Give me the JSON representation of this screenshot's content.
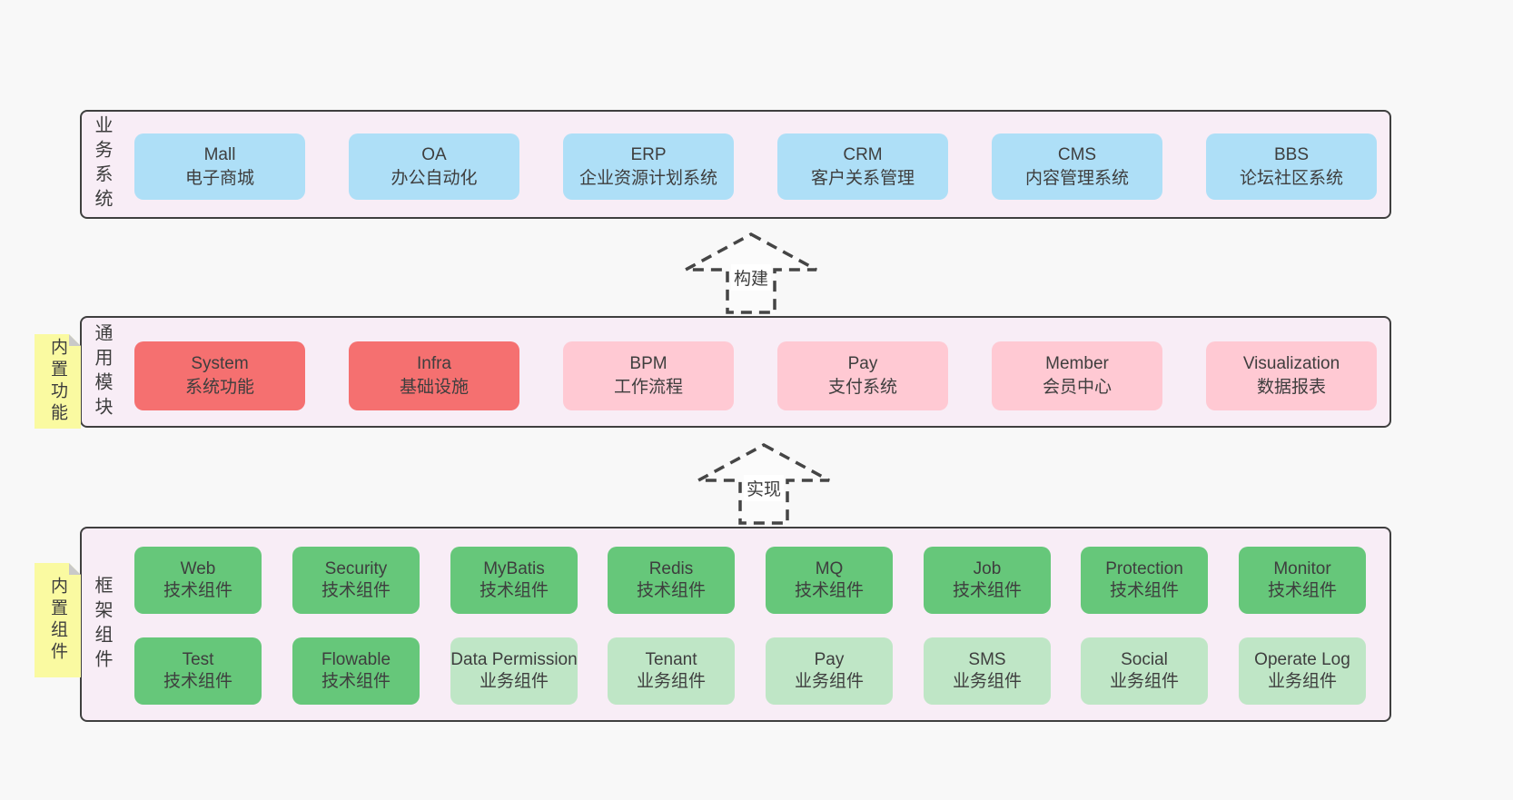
{
  "colors": {
    "page_bg": "#f8f8f8",
    "layer_bg": "#f8edf6",
    "layer_border": "#3f3f3f",
    "box_blue": "#aedff7",
    "box_red": "#f57070",
    "box_pink": "#ffc9d3",
    "box_green": "#66c77a",
    "box_light_green": "#bfe6c6",
    "sticky_yellow": "#fafaa1",
    "sticky_fold": "#c9c9c9",
    "text": "#3d3d3d"
  },
  "layers": [
    {
      "label": "业务系统",
      "boxes": [
        {
          "title": "Mall",
          "subtitle": "电子商城"
        },
        {
          "title": "OA",
          "subtitle": "办公自动化"
        },
        {
          "title": "ERP",
          "subtitle": "企业资源计划系统"
        },
        {
          "title": "CRM",
          "subtitle": "客户关系管理"
        },
        {
          "title": "CMS",
          "subtitle": "内容管理系统"
        },
        {
          "title": "BBS",
          "subtitle": "论坛社区系统"
        }
      ]
    },
    {
      "label": "通用模块",
      "sticky": "内置功能",
      "boxes": [
        {
          "title": "System",
          "subtitle": "系统功能"
        },
        {
          "title": "Infra",
          "subtitle": "基础设施"
        },
        {
          "title": "BPM",
          "subtitle": "工作流程"
        },
        {
          "title": "Pay",
          "subtitle": "支付系统"
        },
        {
          "title": "Member",
          "subtitle": "会员中心"
        },
        {
          "title": "Visualization",
          "subtitle": "数据报表"
        }
      ]
    },
    {
      "label": "框架组件",
      "sticky": "内置组件",
      "rows": [
        [
          {
            "title": "Web",
            "subtitle": "技术组件"
          },
          {
            "title": "Security",
            "subtitle": "技术组件"
          },
          {
            "title": "MyBatis",
            "subtitle": "技术组件"
          },
          {
            "title": "Redis",
            "subtitle": "技术组件"
          },
          {
            "title": "MQ",
            "subtitle": "技术组件"
          },
          {
            "title": "Job",
            "subtitle": "技术组件"
          },
          {
            "title": "Protection",
            "subtitle": "技术组件"
          },
          {
            "title": "Monitor",
            "subtitle": "技术组件"
          }
        ],
        [
          {
            "title": "Test",
            "subtitle": "技术组件"
          },
          {
            "title": "Flowable",
            "subtitle": "技术组件"
          },
          {
            "title": "Data Permission",
            "subtitle": "业务组件"
          },
          {
            "title": "Tenant",
            "subtitle": "业务组件"
          },
          {
            "title": "Pay",
            "subtitle": "业务组件"
          },
          {
            "title": "SMS",
            "subtitle": "业务组件"
          },
          {
            "title": "Social",
            "subtitle": "业务组件"
          },
          {
            "title": "Operate Log",
            "subtitle": "业务组件"
          }
        ]
      ]
    }
  ],
  "arrows": [
    {
      "label": "构建"
    },
    {
      "label": "实现"
    }
  ]
}
